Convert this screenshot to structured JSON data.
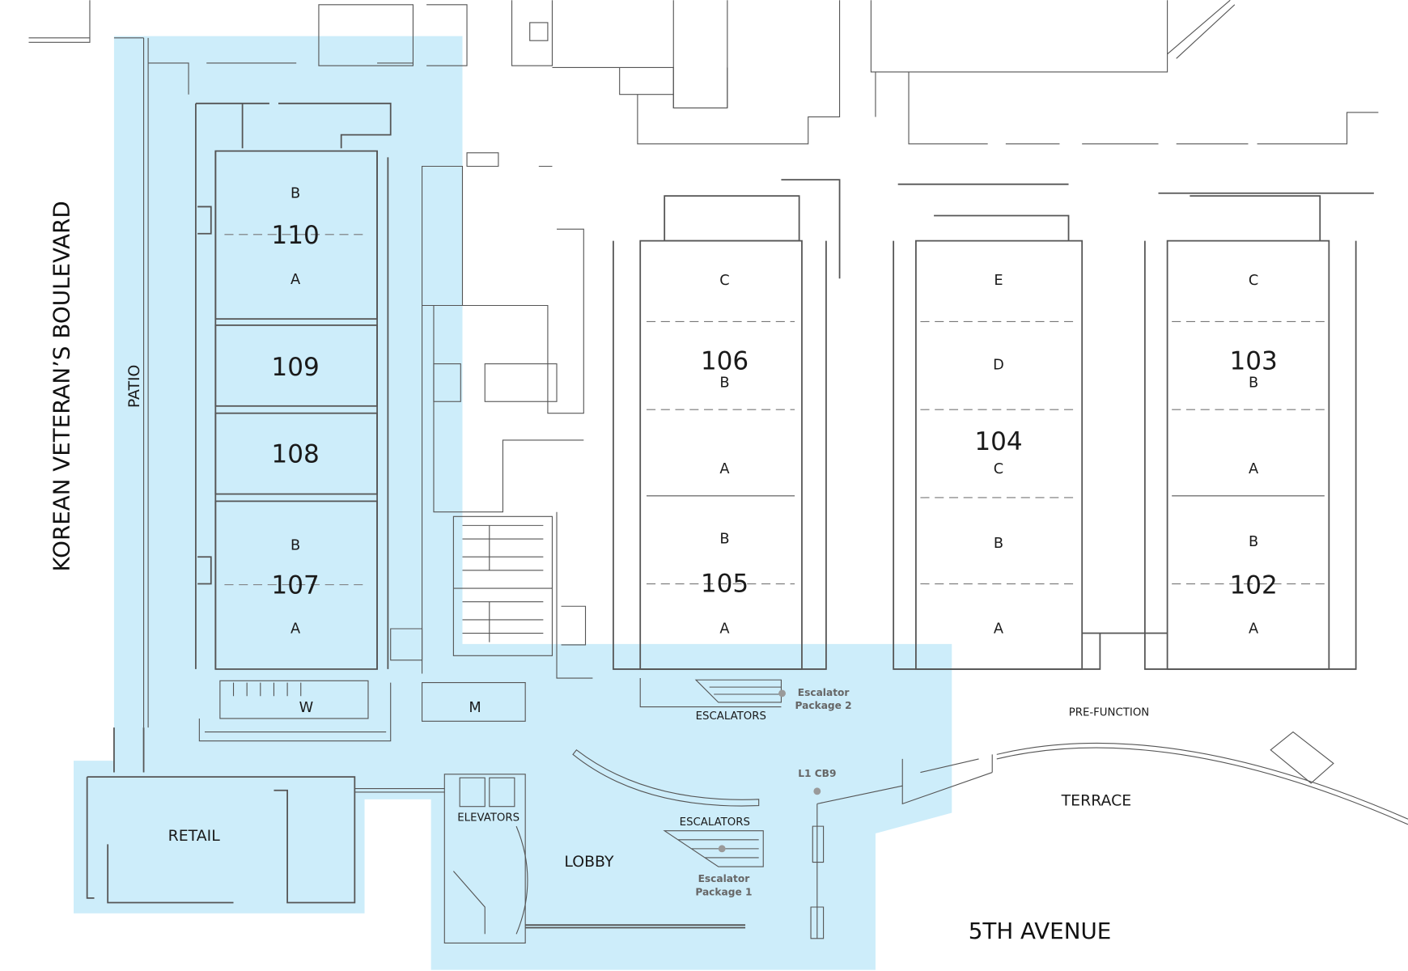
{
  "colors": {
    "zone": "#cdedfa",
    "wall": "#555555",
    "marker": "#9a9a9a"
  },
  "streets": {
    "west": "KOREAN VETERAN’S BOULEVARD",
    "south": "5TH AVENUE"
  },
  "areas": {
    "patio": "PATIO",
    "retail": "RETAIL",
    "lobby": "LOBBY",
    "elevators": "ELEVATORS",
    "escalators_upper": "ESCALATORS",
    "escalators_lower": "ESCALATORS",
    "prefunction": "PRE-FUNCTION",
    "terrace": "TERRACE",
    "restroom_w": "W",
    "restroom_m": "M"
  },
  "markers": {
    "escalator_pkg2": [
      "Escalator",
      "Package 2"
    ],
    "escalator_pkg1": [
      "Escalator",
      "Package 1"
    ],
    "cb9": "L1 CB9"
  },
  "rooms": {
    "r110": {
      "number": "110",
      "sections": [
        "B",
        "A"
      ]
    },
    "r109": {
      "number": "109"
    },
    "r108": {
      "number": "108"
    },
    "r107": {
      "number": "107",
      "sections": [
        "B",
        "A"
      ]
    },
    "r106": {
      "number": "106",
      "sections": [
        "C",
        "B",
        "A"
      ]
    },
    "r105": {
      "number": "105",
      "sections": [
        "B",
        "A"
      ]
    },
    "r104": {
      "number": "104",
      "sections": [
        "E",
        "D",
        "C",
        "B",
        "A"
      ]
    },
    "r103": {
      "number": "103",
      "sections": [
        "C",
        "B",
        "A"
      ]
    },
    "r102": {
      "number": "102",
      "sections": [
        "B",
        "A"
      ]
    }
  }
}
